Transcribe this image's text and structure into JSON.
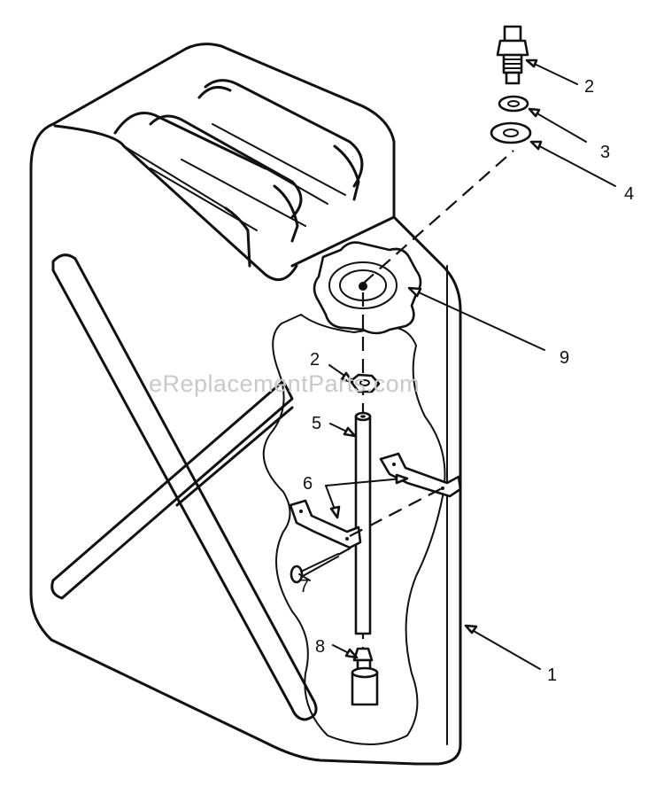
{
  "watermark": "eReplacementParts.com",
  "callouts": [
    {
      "id": "part-1",
      "label": "1"
    },
    {
      "id": "part-2-top",
      "label": "2"
    },
    {
      "id": "part-3",
      "label": "3"
    },
    {
      "id": "part-4",
      "label": "4"
    },
    {
      "id": "part-9",
      "label": "9"
    },
    {
      "id": "part-2-nut",
      "label": "2"
    },
    {
      "id": "part-5",
      "label": "5"
    },
    {
      "id": "part-6",
      "label": "6"
    },
    {
      "id": "part-7",
      "label": "7"
    },
    {
      "id": "part-8",
      "label": "8"
    }
  ]
}
